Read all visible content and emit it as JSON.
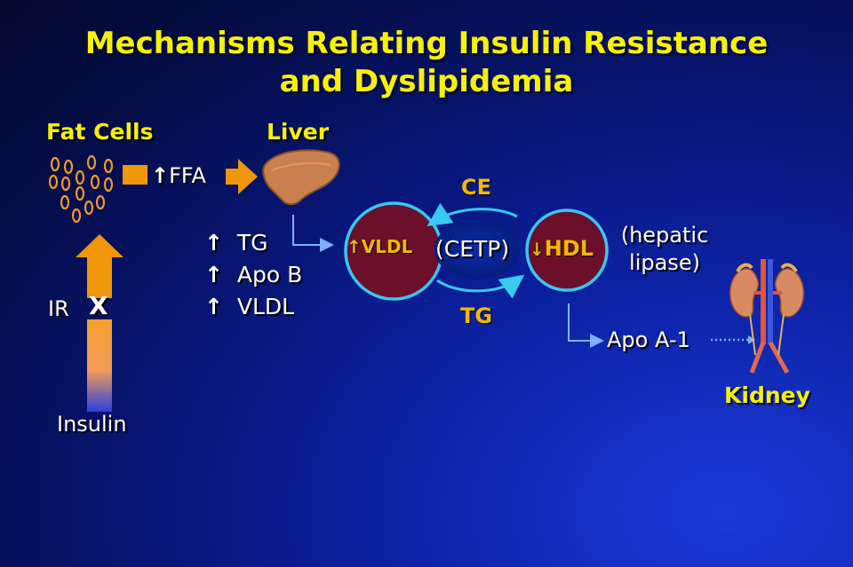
{
  "title": {
    "line1": "Mechanisms Relating Insulin Resistance",
    "line2": "and Dyslipidemia"
  },
  "labels": {
    "fat_cells": "Fat Cells",
    "liver": "Liver",
    "ffa": "FFA",
    "ir": "IR",
    "x_mark": "X",
    "insulin": "Insulin",
    "liver_outputs": [
      "TG",
      "Apo B",
      "VLDL"
    ],
    "vldl": "VLDL",
    "ce": "CE",
    "cetp": "(CETP)",
    "tg": "TG",
    "hdl": "HDL",
    "hepatic_line1": "(hepatic",
    "hepatic_line2": "lipase)",
    "apo_a1": "Apo A-1",
    "kidney": "Kidney"
  },
  "icons": {
    "up_arrow": "↑",
    "down_arrow": "↓"
  },
  "colors": {
    "title": "#f6f200",
    "particle_fill": "#6b0f2a",
    "particle_ring": "#38c8f0",
    "orange_arrow": "#f0960a",
    "cetp_fill": "#0a2a9a"
  }
}
